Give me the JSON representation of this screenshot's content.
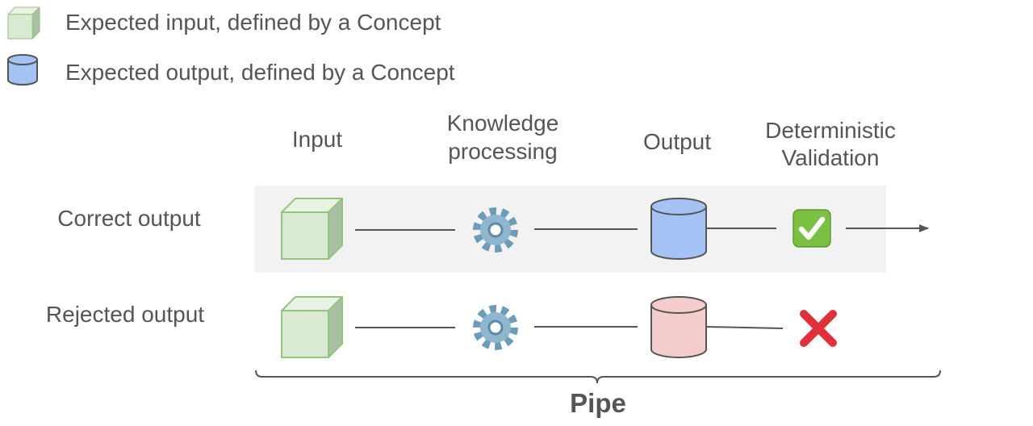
{
  "legend": {
    "input_label": "Expected input, defined by a Concept",
    "output_label": "Expected output, defined by a Concept"
  },
  "columns": {
    "input": "Input",
    "knowledge_line1": "Knowledge",
    "knowledge_line2": "processing",
    "output": "Output",
    "validation_line1": "Deterministic",
    "validation_line2": "Validation"
  },
  "rows": {
    "correct": "Correct output",
    "rejected": "Rejected output"
  },
  "pipe_label": "Pipe",
  "icons": {
    "input_cube": "cube-icon",
    "output_cylinder": "cylinder-icon",
    "process": "gear-icon",
    "valid": "check-mark-icon",
    "invalid": "cross-mark-icon"
  },
  "colors": {
    "cube_face": "#d9ead3",
    "cube_side": "#a9c1a2",
    "cube_stroke": "#93c47d",
    "cylinder_blue": "#a4c2f4",
    "cylinder_red": "#f4cccc",
    "row_highlight": "#f2f2f2",
    "check_green": "#7bc043",
    "cross_red": "#e0303a",
    "gear": "#6d9cb8",
    "text": "#555555"
  }
}
